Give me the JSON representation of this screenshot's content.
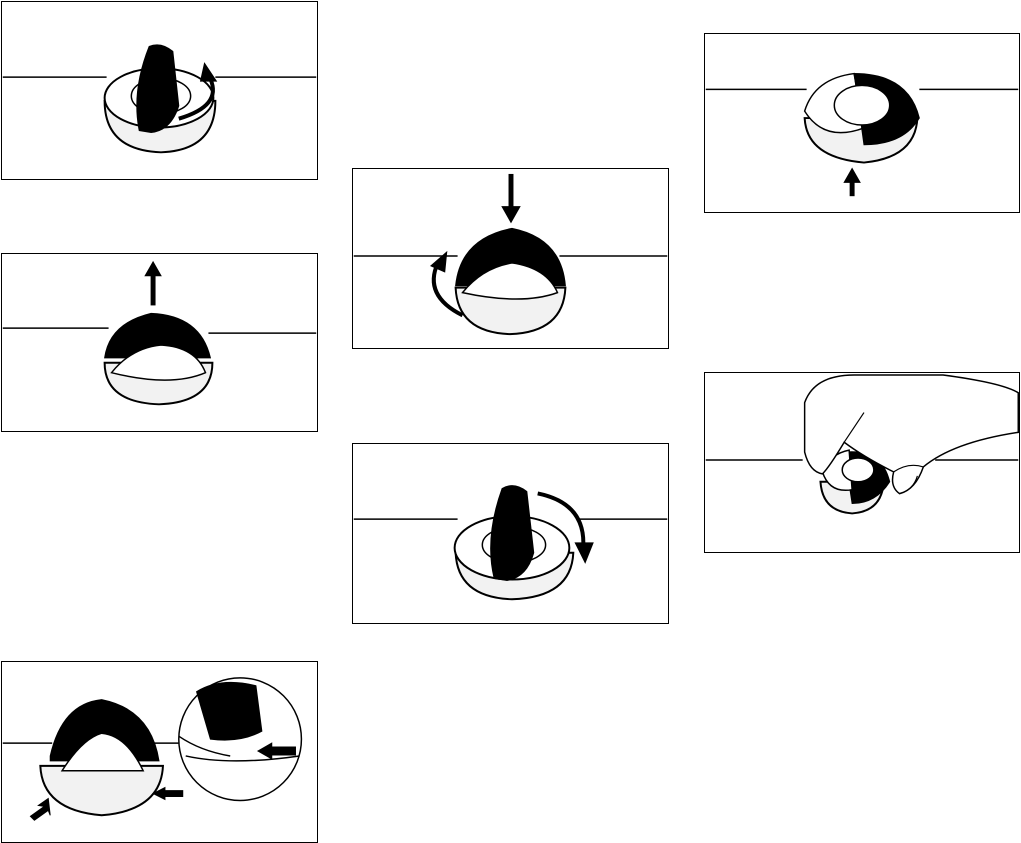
{
  "page": {
    "background": "#ffffff",
    "line_color": "#000000"
  },
  "figures": [
    {
      "id": "fig-1",
      "icons": [
        "spool-cap-icon",
        "rotate-arrow-icon"
      ]
    },
    {
      "id": "fig-2",
      "icons": [
        "spool-cap-icon",
        "up-arrow-icon"
      ]
    },
    {
      "id": "fig-3",
      "icons": [
        "spool-cap-icon",
        "side-arrow-icon",
        "magnifier-detail-icon"
      ]
    },
    {
      "id": "fig-4",
      "icons": [
        "spool-cap-icon",
        "down-arrow-icon",
        "rotate-arrow-icon"
      ]
    },
    {
      "id": "fig-5",
      "icons": [
        "spool-cap-icon",
        "rotate-arrow-icon"
      ]
    },
    {
      "id": "fig-6",
      "icons": [
        "spool-cap-icon",
        "up-arrow-icon"
      ]
    },
    {
      "id": "fig-7",
      "icons": [
        "spool-cap-icon",
        "hand-icon"
      ]
    }
  ]
}
